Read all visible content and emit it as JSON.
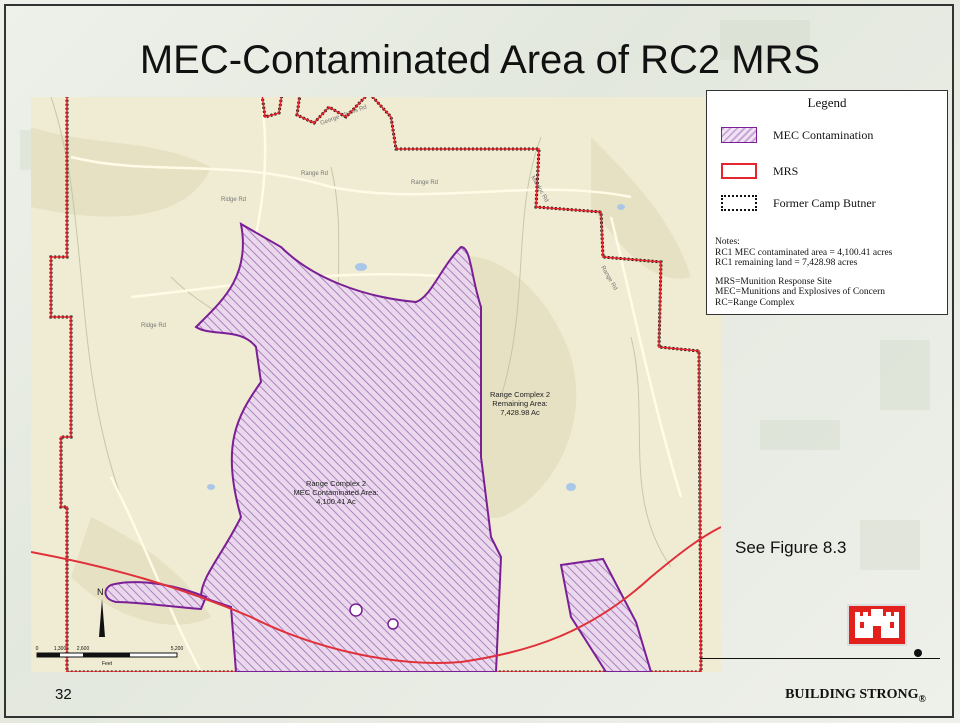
{
  "slide": {
    "title": "MEC-Contaminated Area of RC2 MRS",
    "page_number": "32",
    "tagline": "BUILDING STRONG",
    "tagline_mark": "®",
    "figure_reference": "See Figure 8.3"
  },
  "legend": {
    "title": "Legend",
    "items": [
      {
        "label": "MEC Contamination",
        "symbol": "hatched-purple-polygon"
      },
      {
        "label": "MRS",
        "symbol": "red-outline"
      },
      {
        "label": "Former Camp Butner",
        "symbol": "black-dotted-outline"
      }
    ],
    "notes": [
      "Notes:",
      "RC1 MEC contaminated area = 4,100.41 acres",
      "RC1 remaining land = 7,428.98 acres",
      "",
      "MRS=Munition Response Site",
      "MEC=Munitions and Explosives of Concern",
      "RC=Range Complex"
    ]
  },
  "map": {
    "contaminated_label": [
      "Range Complex 2",
      "MEC Contaminated Area:",
      "4,100.41 Ac"
    ],
    "remaining_label": [
      "Range Complex 2",
      "Remaining Area:",
      "7,428.98 Ac"
    ],
    "roads": [
      "George Shaws Rd",
      "Range Rd",
      "Ridge Rd",
      "Range Rd",
      "Range Rd",
      "Murdoc Rd",
      "Ridge Rd"
    ],
    "north_label": "N",
    "scale_ticks": [
      "0",
      "1,300",
      "2,600",
      "5,200"
    ],
    "scale_unit": "Feet"
  },
  "colors": {
    "mrs_boundary": "#e6262e",
    "mec_fill": "#7a1f96",
    "map_base": "#f0ecd3",
    "highway": "#e0303a",
    "logo": "#e2201c"
  }
}
